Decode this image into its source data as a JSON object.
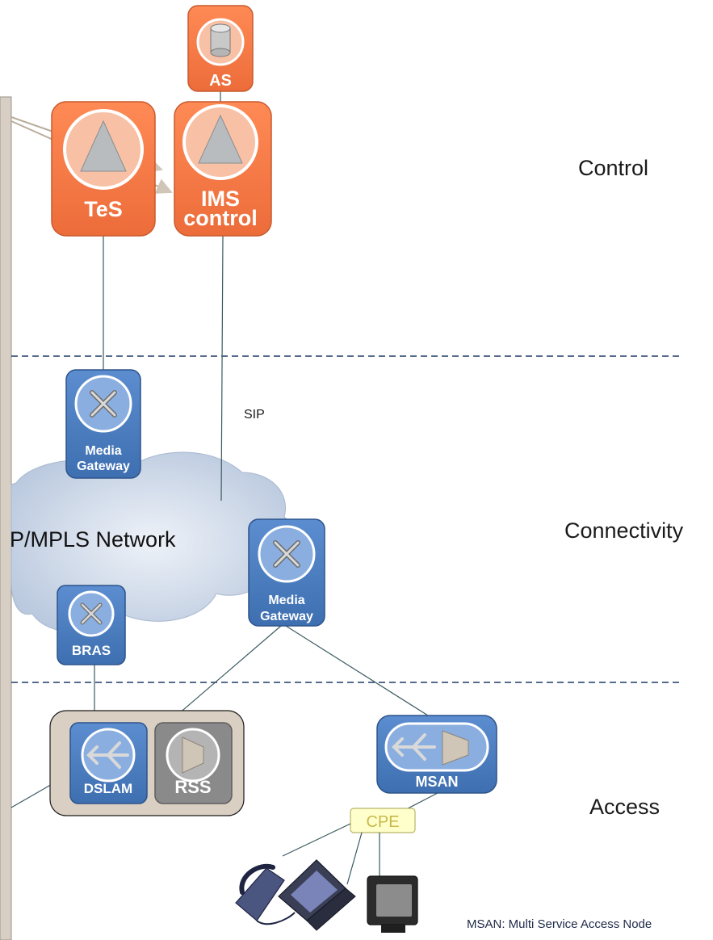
{
  "layers": {
    "control": "Control",
    "connectivity": "Connectivity",
    "access": "Access"
  },
  "network": {
    "cloud_label": "P/MPLS Network"
  },
  "protocols": {
    "sip": "SIP"
  },
  "nodes": {
    "as": "AS",
    "tes": "TeS",
    "ims_line1": "IMS",
    "ims_line2": "control",
    "mg_top_line1": "Media",
    "mg_top_line2": "Gateway",
    "mg_right_line1": "Media",
    "mg_right_line2": "Gateway",
    "bras": "BRAS",
    "dslam": "DSLAM",
    "rss": "RSS",
    "msan": "MSAN",
    "cpe": "CPE"
  },
  "footnote": "MSAN: Multi Service Access Node",
  "colors": {
    "control_orange": "#f07a4a",
    "node_blue": "#4a7bbf",
    "node_gray": "#8a8a8a",
    "cpe_fill": "#ffffcc",
    "cloud": "#c5d3e6",
    "left_bar": "#d8cfc4"
  },
  "icons": [
    "database-icon",
    "triangle-icon",
    "router-icon",
    "switch-icon",
    "rss-icon",
    "telephone-icon",
    "laptop-icon",
    "monitor-icon"
  ]
}
